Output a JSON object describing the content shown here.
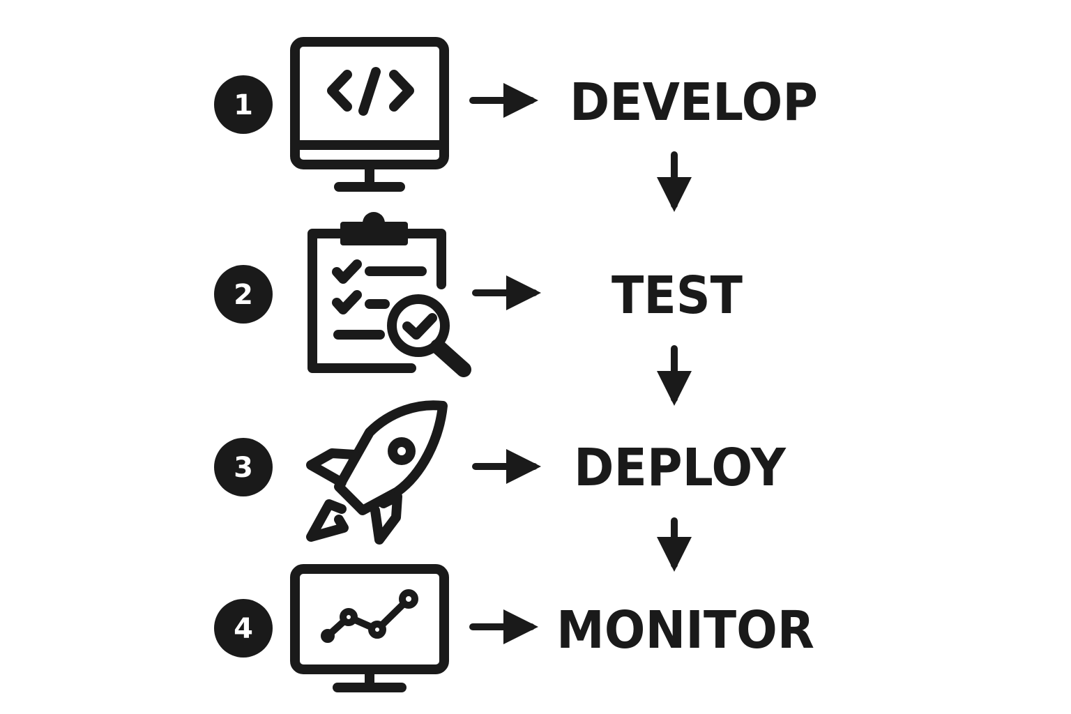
{
  "colors": {
    "ink": "#1a1a1a",
    "background": "#ffffff"
  },
  "steps": [
    {
      "number": "1",
      "label": "DEVELOP",
      "icon": "monitor-code-icon"
    },
    {
      "number": "2",
      "label": "TEST",
      "icon": "clipboard-check-icon"
    },
    {
      "number": "3",
      "label": "DEPLOY",
      "icon": "rocket-icon"
    },
    {
      "number": "4",
      "label": "MONITOR",
      "icon": "monitor-chart-icon"
    }
  ]
}
